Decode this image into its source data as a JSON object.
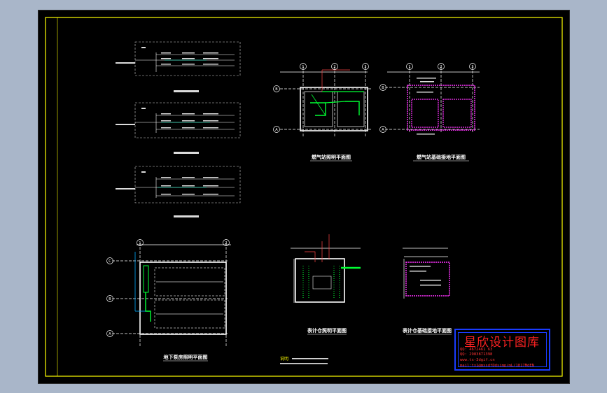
{
  "drawing": {
    "plan_titles": {
      "gas_station_lighting": "燃气站照明平面图",
      "gas_station_grounding": "燃气站基础接地平面图",
      "basement_pump_room": "地下泵房照明平面图",
      "meter_room_lighting": "表计仓照明平面图",
      "meter_room_grounding": "表计仓基础接地平面图"
    },
    "axis_labels": {
      "a1": "1",
      "a2": "2",
      "a3": "3",
      "b_top": "B",
      "b_bottom": "A",
      "c": "C",
      "b2": "B",
      "a2b": "A"
    },
    "note_label": "说明"
  },
  "stamp": {
    "brand": "星欣设计图库",
    "line1": "QQ: 4672461 63",
    "line2": "QQ: 2983871398",
    "line3": "www.tx-3dgif.cn",
    "line4": "mail:tx1@mxsdfDdsimp/mL/1817MdEN"
  },
  "colors": {
    "frame": "#ffff00",
    "background": "#000000",
    "wire_green": "#00ff33",
    "ground_magenta": "#ff33ff",
    "stamp_blue": "#1a3cff",
    "stamp_red": "#ff2222"
  }
}
